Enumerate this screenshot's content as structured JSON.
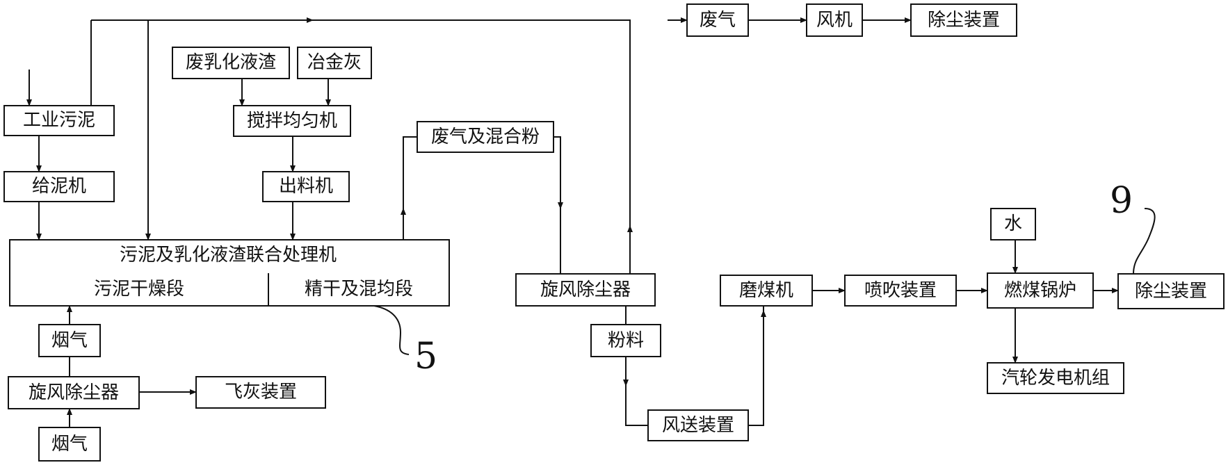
{
  "nodes": {
    "feiqi_top": "废气",
    "fengji": "风机",
    "chuchen_top": "除尘装置",
    "feiruhua": "废乳化液渣",
    "yejinhui": "冶金灰",
    "gongye_wuni": "工业污泥",
    "jiaoban": "搅拌均匀机",
    "feiqi_hunhe": "废气及混合粉",
    "geini": "给泥机",
    "chuliao": "出料机",
    "main_title": "污泥及乳化液渣联合处理机",
    "main_left": "污泥干燥段",
    "main_right": "精干及混均段",
    "xuanfeng_mid": "旋风除尘器",
    "moumeiji": "磨煤机",
    "penchui": "喷吹装置",
    "shui": "水",
    "ranmei": "燃煤锅炉",
    "chuchen_right": "除尘装置",
    "yanqi_top": "烟气",
    "fenliao": "粉料",
    "xuanfeng_left": "旋风除尘器",
    "feihui": "飞灰装置",
    "qilun": "汽轮发电机组",
    "fengsong": "风送装置",
    "yanqi_bottom": "烟气"
  },
  "callouts": {
    "ref5": "5",
    "ref9": "9"
  }
}
